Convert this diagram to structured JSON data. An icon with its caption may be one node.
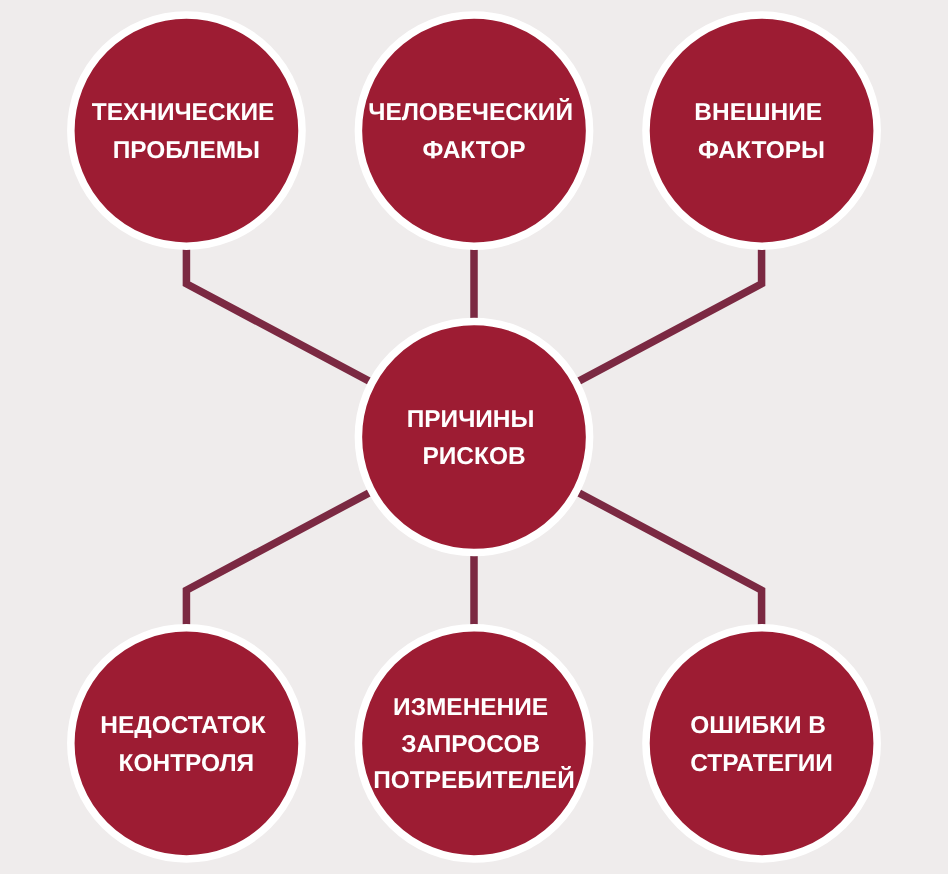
{
  "diagram": {
    "nodes": [
      {
        "text": [
          "ЧЕЛОВЕЧЕСКИЙ ФАКТОР"
        ]
      },
      {
        "text": [
          "ТЕХНИЧЕСКИЕ ПРОБЛЕМЫ"
        ]
      },
      {
        "text": [
          "ВНЕШНИЕ ФАКТОРЫ"
        ]
      },
      {
        "text": [
          "ПРИЧИНЫ РИСКОВ"
        ]
      },
      {
        "text": [
          "НЕДОСТАТОК КОНТРОЛЯ"
        ]
      },
      {
        "text": [
          "ОШИБКИ В СТРАТЕГИИ"
        ]
      },
      {
        "text": [
          "ИЗМЕНЕНИЕ ЗАПРОСОВ ПОТРЕБИТЕЛЕЙ"
        ]
      }
    ],
    "edges": [
      {
        "from": 1,
        "to": 3,
        "arrow": "none"
      },
      {
        "from": 0,
        "to": 3,
        "arrow": "none"
      },
      {
        "from": 2,
        "to": 3,
        "arrow": "none"
      },
      {
        "from": 3,
        "to": 4,
        "arrow": "none"
      },
      {
        "from": 3,
        "to": 6,
        "arrow": "none"
      },
      {
        "from": 3,
        "to": 5,
        "arrow": "none"
      }
    ]
  }
}
